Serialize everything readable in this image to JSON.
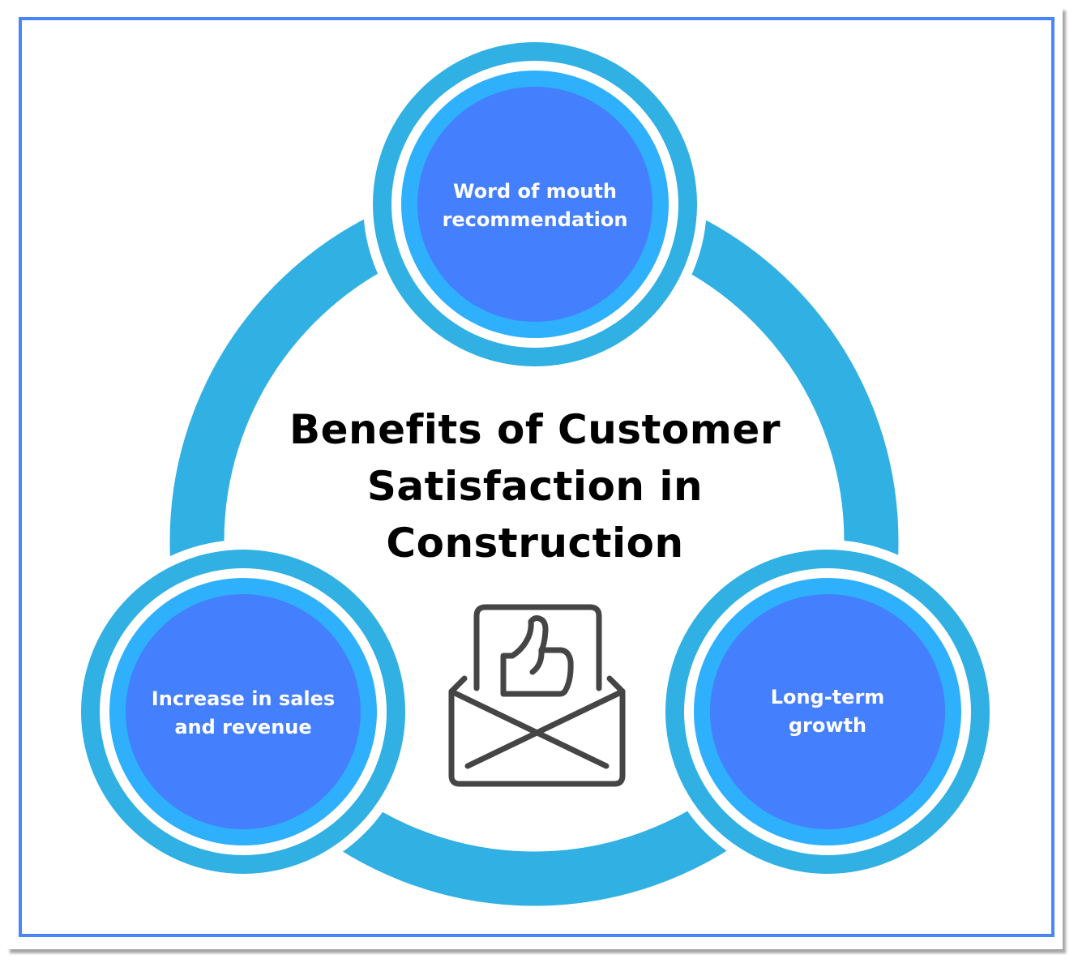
{
  "title": {
    "line1": "Benefits of Customer",
    "line2": "Satisfaction in",
    "line3": "Construction"
  },
  "nodes": [
    {
      "position": "top",
      "line1": "Word of mouth",
      "line2": "recommendation"
    },
    {
      "position": "bottom-left",
      "line1": "Increase in sales",
      "line2": "and revenue"
    },
    {
      "position": "bottom-right",
      "line1": "Long-term",
      "line2": "growth"
    }
  ],
  "center_icon": "envelope-thumbs-up-icon",
  "colors": {
    "frame_border": "#4a86f7",
    "ring": "#31b0e3",
    "circle_inner_ring": "#2fb0fc",
    "circle_fill": "#447ffe",
    "icon_stroke": "#454545",
    "title_text": "#000000",
    "node_text": "#ffffff"
  }
}
